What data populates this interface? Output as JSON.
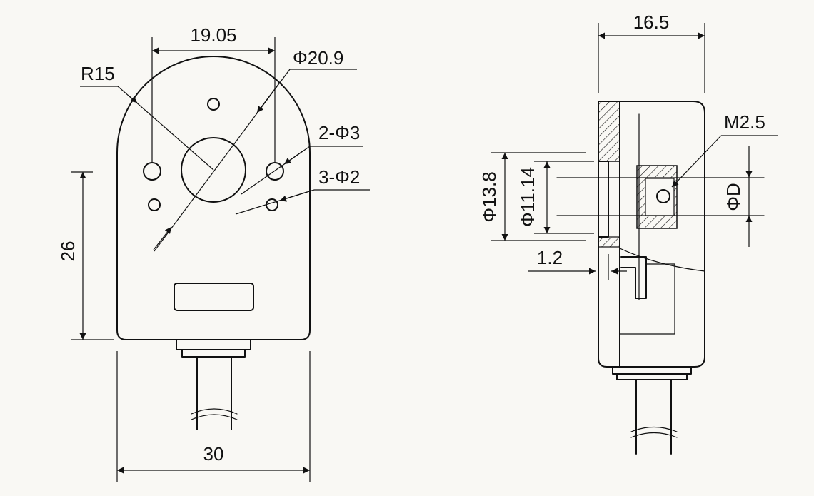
{
  "background": "#f9f8f4",
  "ink": "#111111",
  "front_view": {
    "dim_top": "19.05",
    "dim_radius": "R15",
    "dim_bore": "Φ20.9",
    "dim_holes_3": "2-Φ3",
    "dim_holes_2": "3-Φ2",
    "dim_height": "26",
    "dim_width": "30"
  },
  "side_view": {
    "dim_depth": "16.5",
    "dim_screw": "M2.5",
    "dim_outer_diameter": "Φ13.8",
    "dim_inner_diameter": "Φ11.14",
    "dim_shaft": "ΦD",
    "dim_flange": "1.2"
  }
}
